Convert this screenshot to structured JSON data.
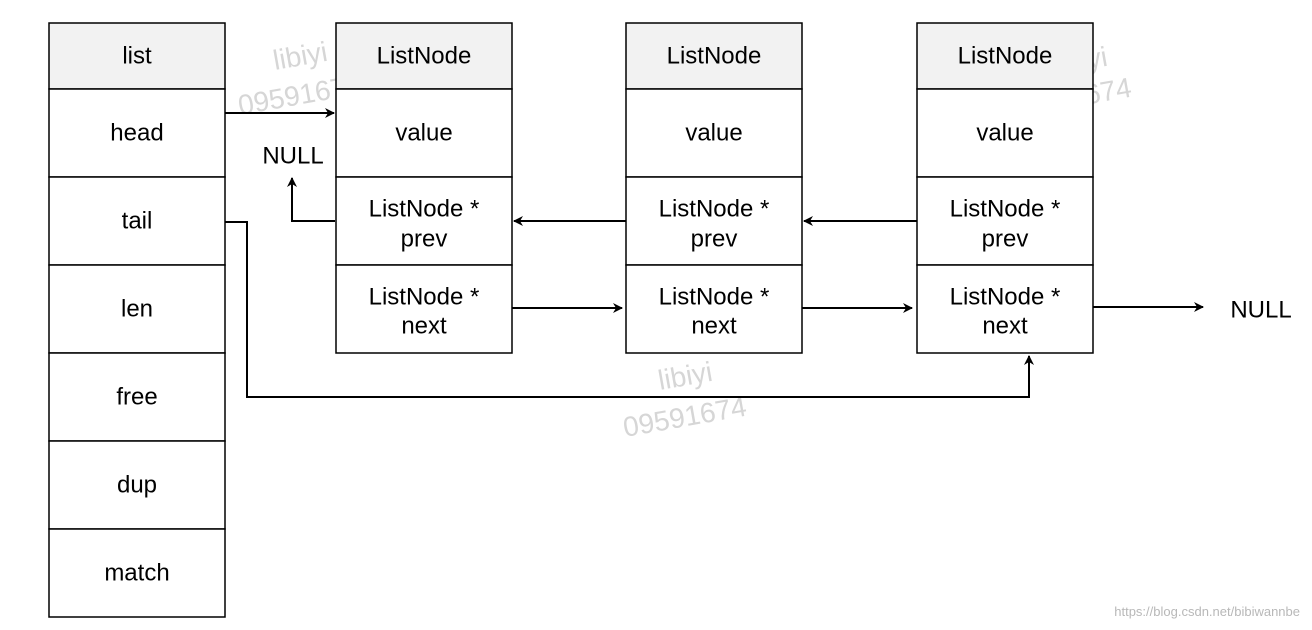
{
  "colors": {
    "header_fill": "#f2f2f2",
    "cell_fill": "#ffffff",
    "stroke": "#000000",
    "watermark": "#d6d6d6"
  },
  "list_struct": {
    "title": "list",
    "fields": [
      "head",
      "tail",
      "len",
      "free",
      "dup",
      "match"
    ]
  },
  "nodes": [
    {
      "title": "ListNode",
      "value": "value",
      "prev": [
        "ListNode *",
        "prev"
      ],
      "next": [
        "ListNode *",
        "next"
      ]
    },
    {
      "title": "ListNode",
      "value": "value",
      "prev": [
        "ListNode *",
        "prev"
      ],
      "next": [
        "ListNode *",
        "next"
      ]
    },
    {
      "title": "ListNode",
      "value": "value",
      "prev": [
        "ListNode *",
        "prev"
      ],
      "next": [
        "ListNode *",
        "next"
      ]
    }
  ],
  "null_labels": {
    "prev_end": "NULL",
    "next_end": "NULL"
  },
  "watermark": {
    "name": "libiyi",
    "number": "09591674"
  },
  "footer": "https://blog.csdn.net/bibiwannbe"
}
